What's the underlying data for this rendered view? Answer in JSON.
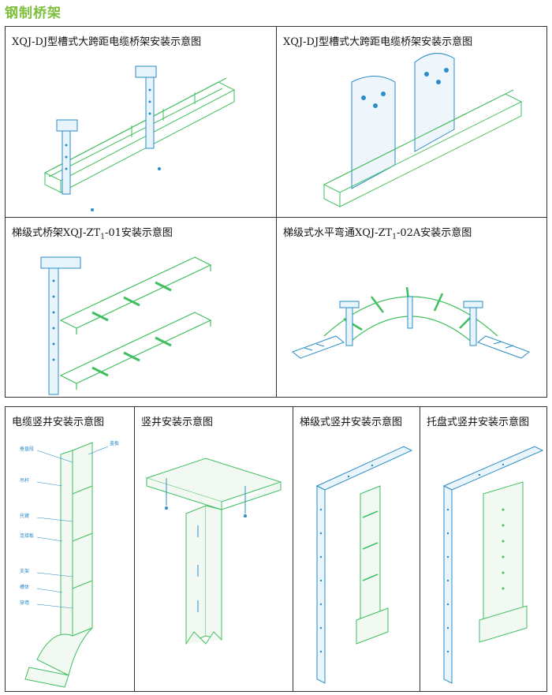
{
  "page_title": "钢制桥架",
  "panel_top": {
    "captions": [
      "XQJ-DJ型槽式大跨距电缆桥架安装示意图",
      "XQJ-DJ型槽式大跨距电缆桥架安装示意图",
      "梯级式桥架XQJ-ZT",
      "梯级式水平弯通XQJ-ZT"
    ],
    "caption_subs": [
      "1",
      "1"
    ],
    "caption_tails": [
      "-01安装示意图",
      "-02A安装示意图"
    ]
  },
  "panel_bottom": {
    "captions": [
      "电缆竖井安装示意图",
      "竖井安装示意图",
      "梯级式竖井安装示意图",
      "托盘式竖井安装示意图"
    ],
    "callouts": [
      "垂直段",
      "盖板",
      "吊杆",
      "托臂",
      "连接板",
      "支架",
      "槽体",
      "穿墙"
    ]
  },
  "colors": {
    "header": "#7bbf3a",
    "tray_green": "#3fbf5f",
    "tray_blue": "#2a8cc8",
    "border": "#333333"
  }
}
